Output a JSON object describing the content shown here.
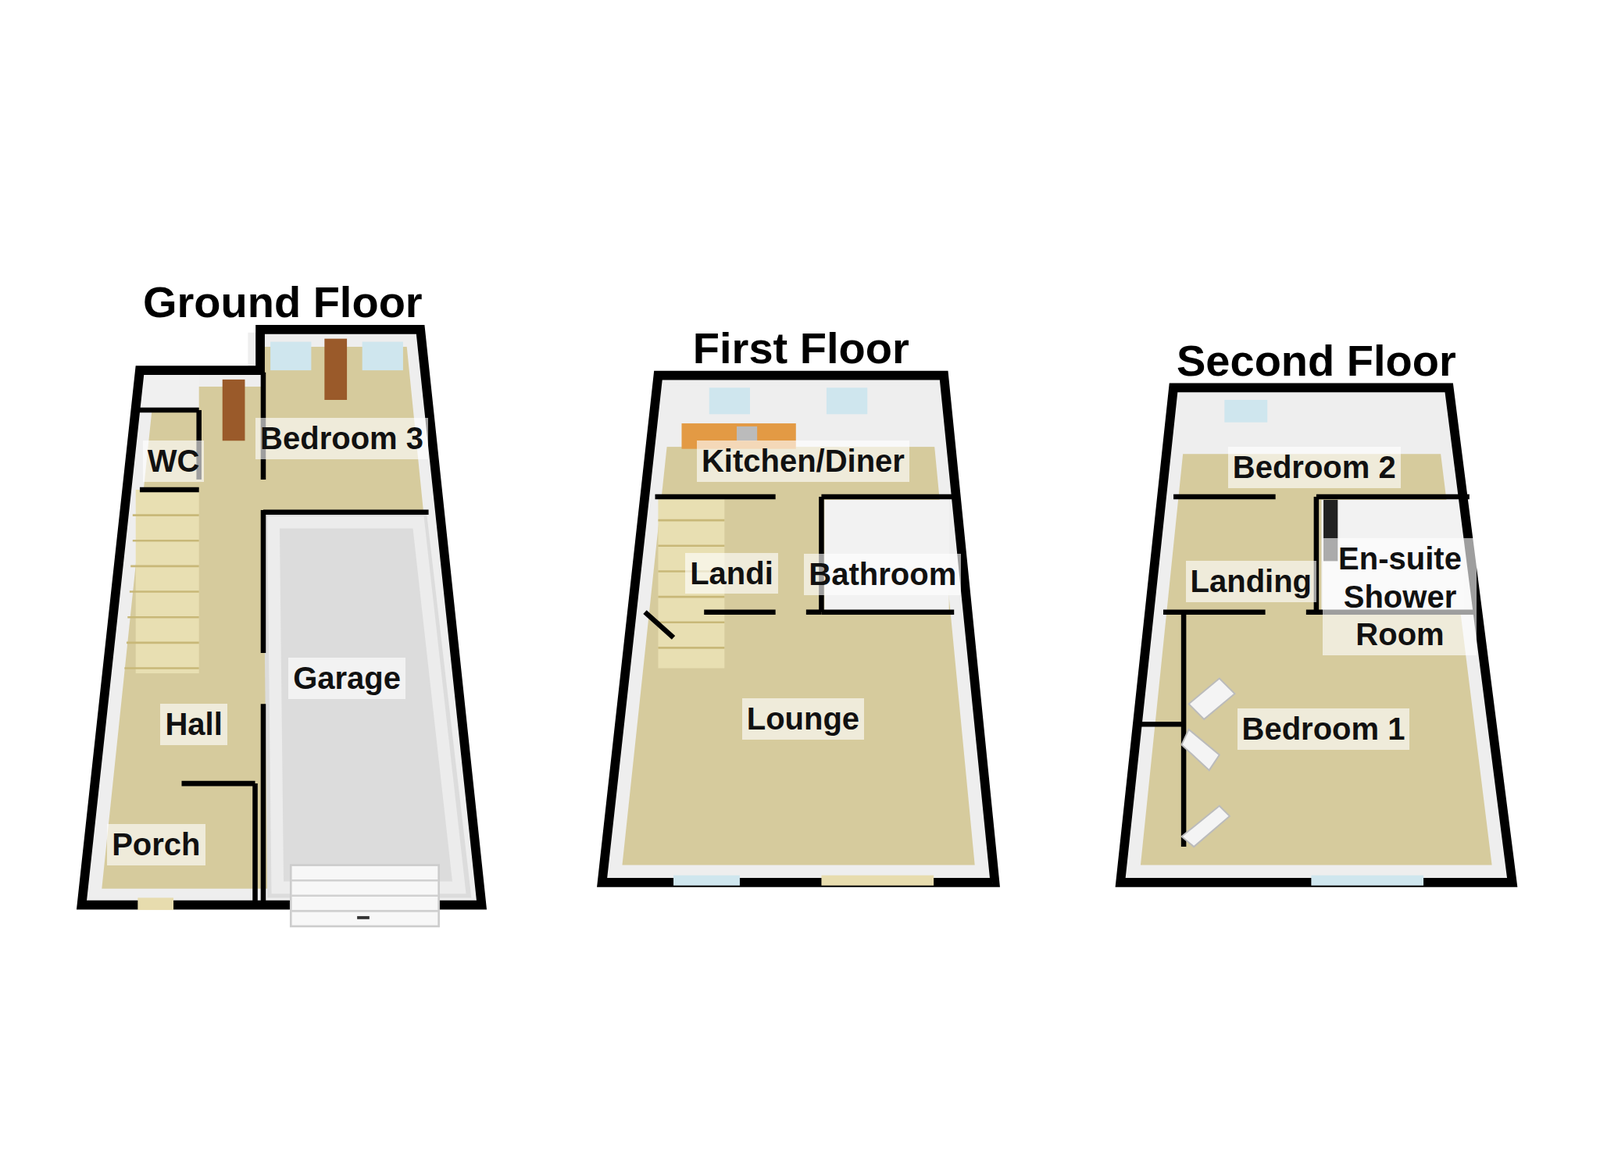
{
  "diagram": {
    "nodes": [
      {
        "text": [
          "Ground Floor"
        ]
      },
      {
        "text": [
          "WC"
        ],
        "in": 0
      },
      {
        "text": [
          "Bedroom 3"
        ],
        "in": 0
      },
      {
        "text": [
          "Hall"
        ],
        "in": 0
      },
      {
        "text": [
          "Garage"
        ],
        "in": 0
      },
      {
        "text": [
          "Porch"
        ],
        "in": 0
      },
      {
        "text": [
          "First Floor"
        ]
      },
      {
        "text": [
          "Kitchen/Diner"
        ],
        "in": 6
      },
      {
        "text": [
          "Landi"
        ],
        "in": 6
      },
      {
        "text": [
          "Bathroom"
        ],
        "in": 6
      },
      {
        "text": [
          "Lounge"
        ],
        "in": 6
      },
      {
        "text": [
          "Second Floor"
        ]
      },
      {
        "text": [
          "Bedroom 2"
        ],
        "in": 11
      },
      {
        "text": [
          "Landing"
        ],
        "in": 11
      },
      {
        "text": [
          "En-suite Shower Room"
        ],
        "in": 11
      },
      {
        "text": [
          "Bedroom 1"
        ],
        "in": 11
      }
    ]
  }
}
